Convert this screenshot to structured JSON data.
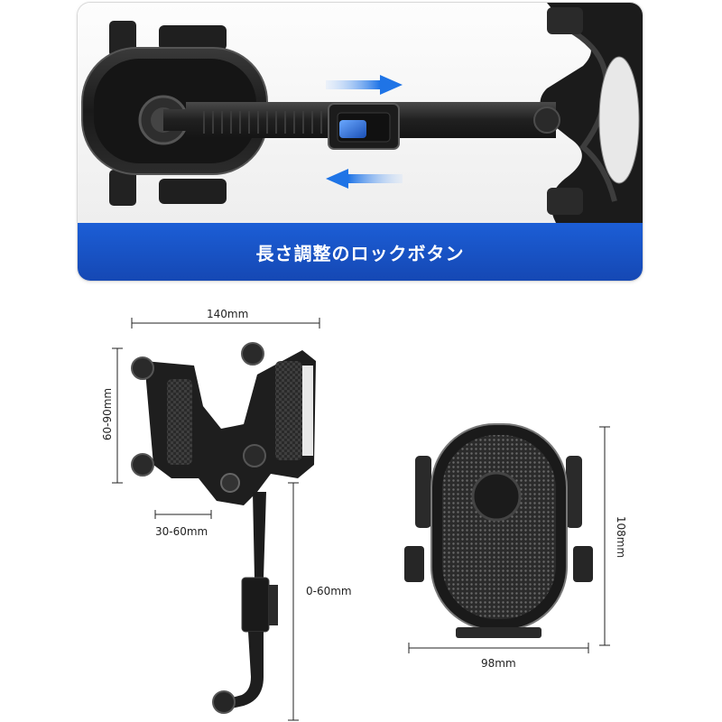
{
  "caption": "長さ調整のロックボタン",
  "dimensions": {
    "width_total": "140mm",
    "height_range": "60-90mm",
    "clamp_range": "30-60mm",
    "arm_extension": "0-60mm",
    "holder_width": "98mm",
    "holder_height": "108mm"
  },
  "colors": {
    "caption_bar": "#1a56c8",
    "arrow_blue": "#2a7fe0",
    "product_black": "#1e1e1e"
  }
}
